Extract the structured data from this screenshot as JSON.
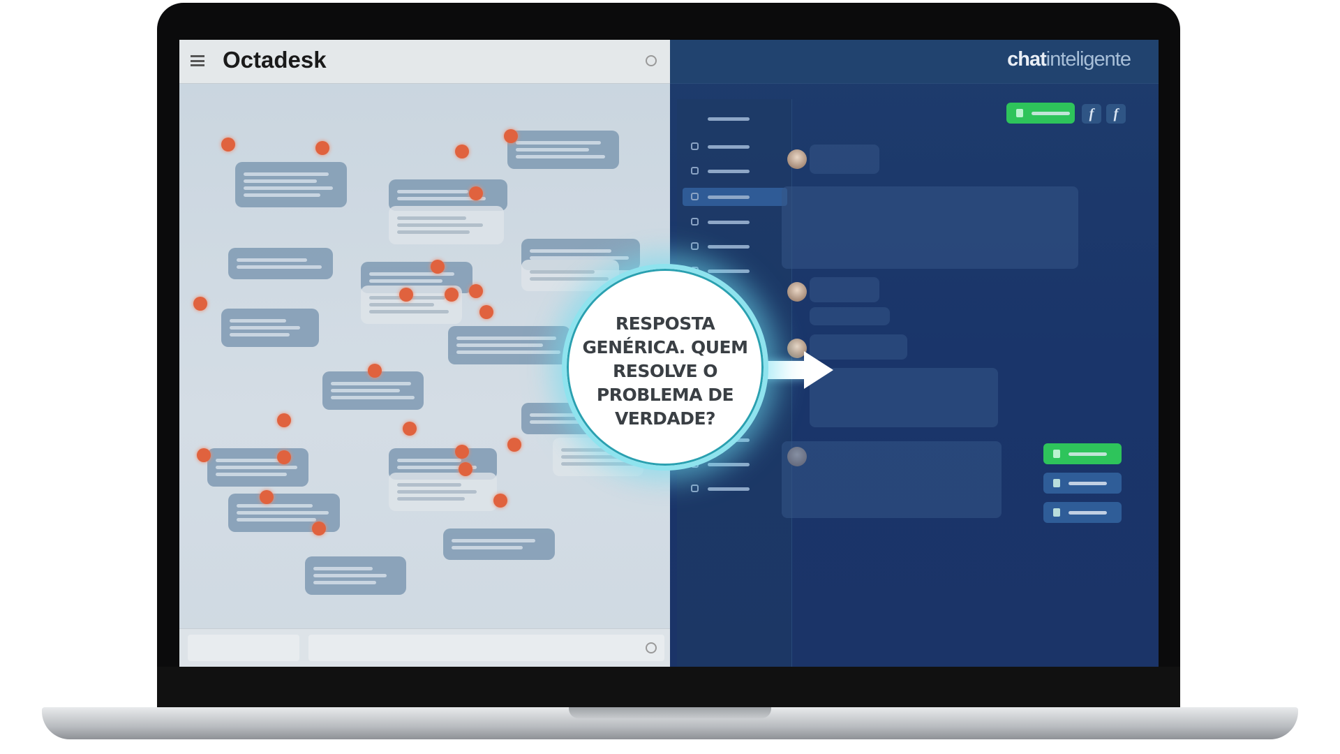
{
  "left_app": {
    "brand": "Octadesk",
    "icons": [
      "menu-icon",
      "search-icon"
    ]
  },
  "right_app": {
    "logo_bold": "chat",
    "logo_light": "inteligente",
    "icons": [
      "facebook-icon",
      "facebook-icon"
    ]
  },
  "overlay": {
    "question": "RESPOSTA GENÉRICA. QUEM RESOLVE O PROBLEMA DE VERDADE?",
    "icon": "arrow-right-icon"
  },
  "colors": {
    "accent_green": "#2ec45b",
    "dark_blue": "#1b3468",
    "badge_orange": "#e0623e",
    "glow_cyan": "#8fe3ee"
  }
}
